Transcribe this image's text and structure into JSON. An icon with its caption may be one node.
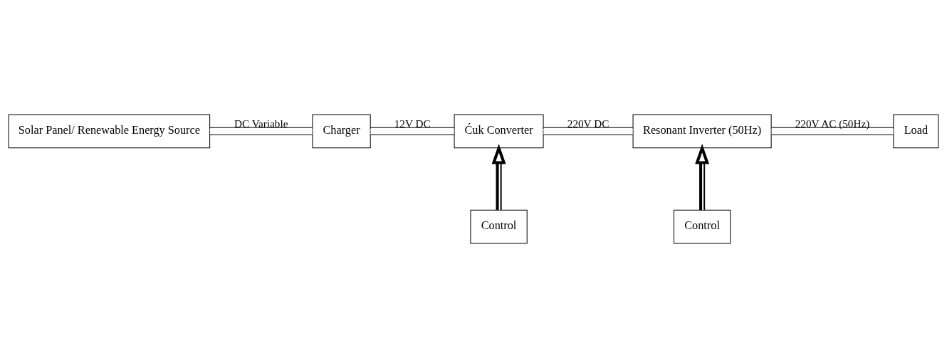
{
  "diagram": {
    "nodes": [
      {
        "text": [
          "Solar Panel/ Renewable Energy Source"
        ]
      },
      {
        "text": [
          "Charger"
        ]
      },
      {
        "text": [
          "Ćuk Converter"
        ]
      },
      {
        "text": [
          "Resonant Inverter (50Hz)"
        ]
      },
      {
        "text": [
          "Load"
        ]
      },
      {
        "text": [
          "Control"
        ]
      },
      {
        "text": [
          "Control"
        ]
      }
    ],
    "edges": [
      {
        "from": 0,
        "to": 1,
        "arrow": "none",
        "label": "DC Variable"
      },
      {
        "from": 1,
        "to": 2,
        "arrow": "none",
        "label": "12V DC"
      },
      {
        "from": 2,
        "to": 3,
        "arrow": "none",
        "label": "220V DC"
      },
      {
        "from": 3,
        "to": 4,
        "arrow": "none",
        "label": "220V AC (50Hz)"
      },
      {
        "from": 5,
        "to": 2,
        "arrow": "to",
        "style": "thick"
      },
      {
        "from": 6,
        "to": 3,
        "arrow": "to",
        "style": "thick"
      }
    ]
  }
}
